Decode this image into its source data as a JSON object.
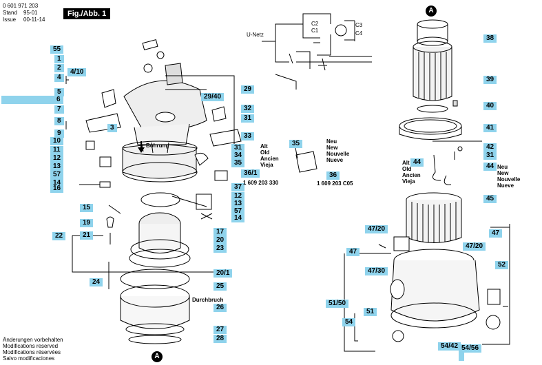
{
  "header": {
    "part_number": "0 601 971 203",
    "stand_label": "Stand",
    "stand_value": "95-01",
    "issue_label": "Issue",
    "issue_value": "00-11-14",
    "figure_label": "Fig./Abb. 1"
  },
  "callouts_left": [
    "55",
    "1",
    "2",
    "4/10",
    "4",
    "5",
    "6",
    "7",
    "8",
    "9",
    "10",
    "11",
    "12",
    "13",
    "57",
    "14",
    "16",
    "15",
    "22",
    "19",
    "21",
    "24"
  ],
  "callouts_center": [
    "29",
    "29/40",
    "32",
    "31",
    "33",
    "31",
    "34",
    "35",
    "36/1",
    "37",
    "12",
    "13",
    "57",
    "14",
    "17",
    "20",
    "23",
    "20/1",
    "25",
    "26",
    "27",
    "28",
    "3",
    "35",
    "36"
  ],
  "callouts_right": [
    "38",
    "39",
    "40",
    "41",
    "42",
    "31",
    "44",
    "44",
    "45",
    "47/20",
    "47",
    "47/30",
    "47",
    "47/20",
    "52",
    "51/50",
    "51",
    "54",
    "54/42",
    "54/56"
  ],
  "labels": {
    "bohrung": "Bohrung",
    "durchbruch": "Durchbruch",
    "u_netz": "U-Netz",
    "circle_a": "A",
    "alt_words": [
      "Alt",
      "Old",
      "Ancien",
      "Vieja"
    ],
    "neu_words": [
      "Neu",
      "New",
      "Nouvelle",
      "Nueve"
    ],
    "neu_words_2": [
      "Neu",
      "New",
      "Nouvelle",
      "Nueve"
    ],
    "alt_words_2": [
      "Alt",
      "Old",
      "Ancien",
      "Vieja"
    ],
    "pn_old": "1 609 203 330",
    "pn_new": "1 609 203 C05",
    "c_labels": [
      "C1",
      "C2",
      "C3",
      "C4"
    ]
  },
  "footer": [
    "Änderungen vorbehalten",
    "Modifications reserved",
    "Modifications réservées",
    "Salvo modificaciones"
  ],
  "colors": {
    "tag_bg": "#8fd3ec",
    "ink": "#000000"
  }
}
